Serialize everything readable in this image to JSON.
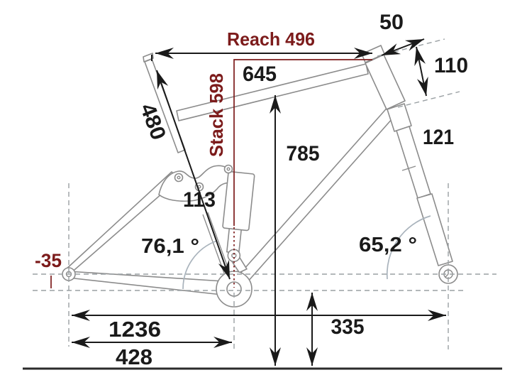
{
  "diagram": {
    "type": "bike-frame-geometry",
    "colors": {
      "accent_red": "#7c1b1b",
      "ink_black": "#1a1a1a",
      "frame_gray": "#8c8c8c",
      "arc_gray": "#a9b3bc"
    },
    "labels": {
      "reach": "Reach 496",
      "stack": "Stack 598",
      "top_tube": "645",
      "stem_50": "50",
      "head_tube_110": "110",
      "fork_121": "121",
      "seat_tube_480": "480",
      "standover_785": "785",
      "shock_113": "113",
      "seat_angle": "76,1 °",
      "head_angle": "65,2 °",
      "bb_drop": "-35",
      "wheelbase": "1236",
      "chainstay": "428",
      "bb_height": "335"
    }
  }
}
